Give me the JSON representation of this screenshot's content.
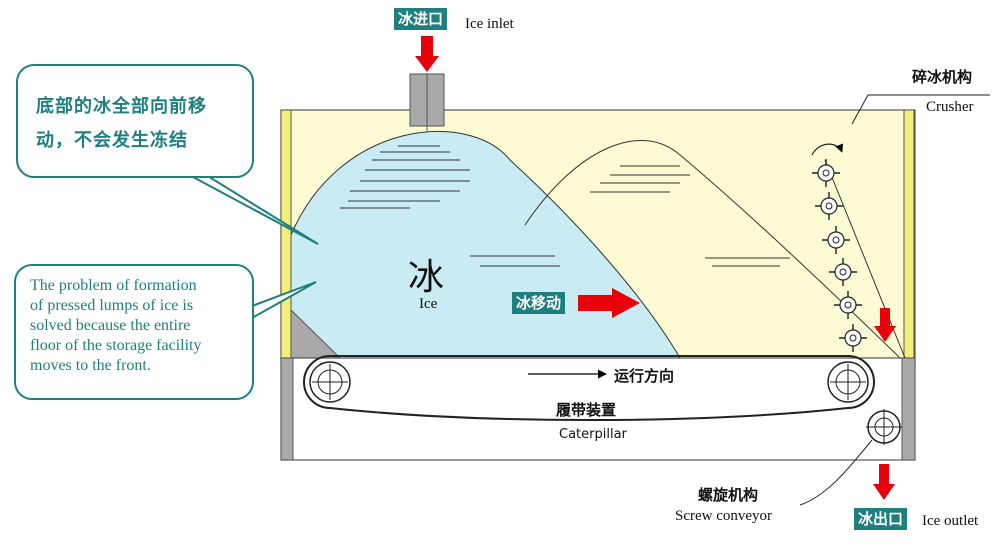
{
  "labels": {
    "ice_inlet_cn": "冰进口",
    "ice_inlet_en": "Ice inlet",
    "crusher_cn": "碎冰机构",
    "crusher_en": "Crusher",
    "ice_cn": "冰",
    "ice_en": "Ice",
    "ice_moving_cn": "冰移动",
    "direction_cn": "运行方向",
    "caterpillar_cn": "履带装置",
    "caterpillar_en": "Caterpillar",
    "screw_cn": "螺旋机构",
    "screw_en": "Screw conveyor",
    "ice_outlet_cn": "冰出口",
    "ice_outlet_en": "Ice outlet"
  },
  "callouts": {
    "cn_lines": [
      "底部的冰全部向前移",
      "动，不会发生冻结"
    ],
    "en_lines": [
      "The problem of formation",
      "of pressed lumps of ice is",
      "solved because the entire",
      "floor of the storage facility",
      "moves to the front."
    ]
  },
  "colors": {
    "teal": "#1f7f7f",
    "ice_blue": "#c9ecf4",
    "storage_bg": "#fdfbd3",
    "yellow_strip": "#f2ee7a",
    "arrow_red": "#e8000b",
    "grey": "#a9a9a9"
  }
}
